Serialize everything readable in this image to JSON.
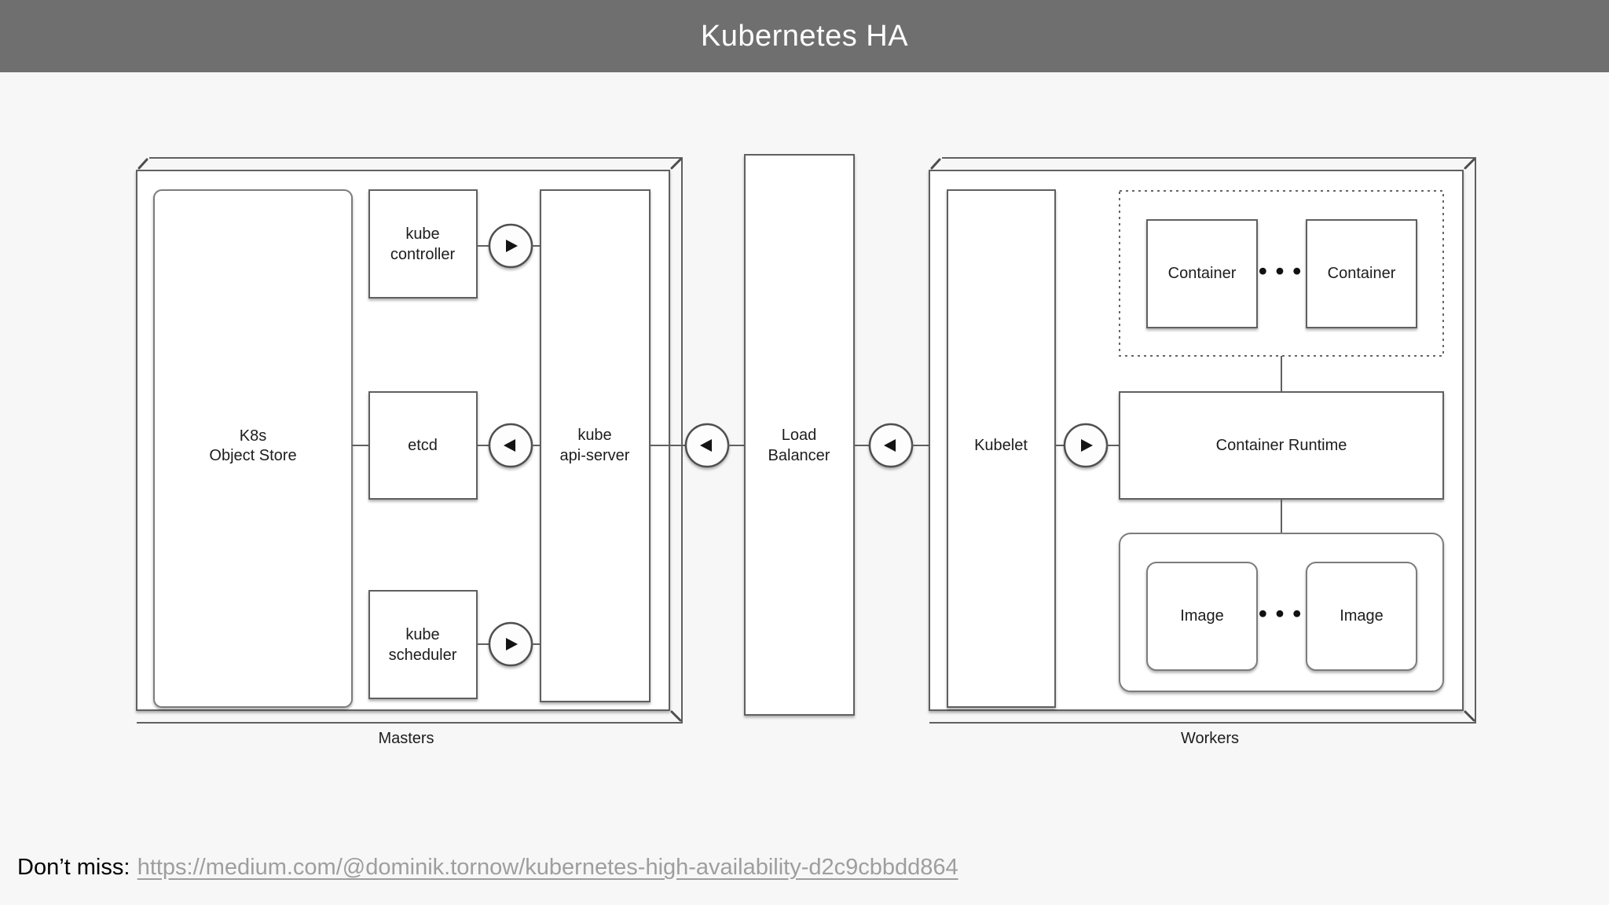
{
  "header": {
    "title": "Kubernetes HA"
  },
  "diagram": {
    "masters": {
      "group_label": "Masters",
      "object_store_line1": "K8s",
      "object_store_line2": "Object Store",
      "controller_line1": "kube",
      "controller_line2": "controller",
      "etcd_label": "etcd",
      "scheduler_line1": "kube",
      "scheduler_line2": "scheduler",
      "api_server_line1": "kube",
      "api_server_line2": "api-server"
    },
    "load_balancer_line1": "Load",
    "load_balancer_line2": "Balancer",
    "workers": {
      "group_label": "Workers",
      "kubelet_label": "Kubelet",
      "pod_container1_label": "Container",
      "pod_container2_label": "Container",
      "pod_dots": "•••",
      "container_runtime_label": "Container Runtime",
      "image1_label": "Image",
      "image2_label": "Image",
      "image_dots": "•••"
    }
  },
  "footer": {
    "prefix": "Don’t miss:",
    "link_text": "https://medium.com/@dominik.tornow/kubernetes-high-availability-d2c9cbbdd864"
  },
  "colors": {
    "title_bar": "#6f6f6f",
    "page_background": "#f7f7f7",
    "box_border": "#606060",
    "link": "#9e9e9e"
  }
}
